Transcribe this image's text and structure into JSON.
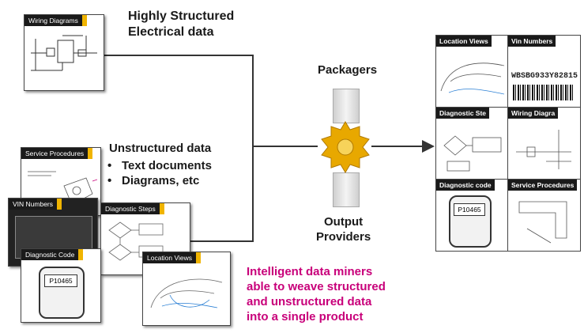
{
  "left_labels": {
    "structured_line1": "Highly Structured",
    "structured_line2": "Electrical data",
    "unstructured_title": "Unstructured data",
    "bullets": [
      "Text documents",
      "Diagrams, etc"
    ]
  },
  "cards": {
    "wiring": "Wiring Diagrams",
    "service": "Service Procedures",
    "vin": "VIN Numbers",
    "diagnostic_steps": "Diagnostic Steps",
    "diagnostic_code": "Diagnostic Code",
    "location": "Location Views",
    "code_value": "P10465"
  },
  "center": {
    "packagers": "Packagers",
    "output_line1": "Output",
    "output_line2": "Providers"
  },
  "tagline": [
    "Intelligent data miners",
    "able to weave structured",
    "and unstructured data",
    "into a single product"
  ],
  "puzzle": {
    "location": "Location Views",
    "vin": "Vin Numbers",
    "diag_steps": "Diagnostic Ste",
    "wiring": "Wiring Diagra",
    "diag_code": "Diagnostic code",
    "service": "Service Procedures",
    "vin_value": "WBSBG933Y82815",
    "code_value": "P10465"
  },
  "colors": {
    "tagline": "#c8007a",
    "accent": "#f0b400",
    "card_header": "#1a1a1a",
    "gear": "#e8a800"
  }
}
